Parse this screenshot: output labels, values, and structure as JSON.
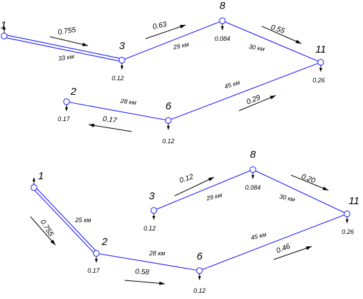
{
  "diagrams": [
    {
      "nodes": [
        {
          "id": "1",
          "load": ""
        },
        {
          "id": "3",
          "load": "0.12"
        },
        {
          "id": "8",
          "load": "0.084"
        },
        {
          "id": "11",
          "load": "0.26"
        },
        {
          "id": "2",
          "load": "0.17"
        },
        {
          "id": "6",
          "load": "0.12"
        }
      ],
      "edges": [
        {
          "from": "1",
          "to": "3",
          "double": true,
          "length": "33 км",
          "flow": "0.755"
        },
        {
          "from": "3",
          "to": "8",
          "double": false,
          "length": "29 км",
          "flow": "0.63"
        },
        {
          "from": "8",
          "to": "11",
          "double": false,
          "length": "30 км",
          "flow": "0.55"
        },
        {
          "from": "2",
          "to": "6",
          "double": false,
          "length": "28 км",
          "flow": "0.17"
        },
        {
          "from": "6",
          "to": "11",
          "double": false,
          "length": "45 км",
          "flow": "0.29"
        }
      ]
    },
    {
      "nodes": [
        {
          "id": "1",
          "load": ""
        },
        {
          "id": "2",
          "load": "0.17"
        },
        {
          "id": "3",
          "load": "0.12"
        },
        {
          "id": "8",
          "load": "0.084"
        },
        {
          "id": "11",
          "load": "0.26"
        },
        {
          "id": "6",
          "load": "0.12"
        }
      ],
      "edges": [
        {
          "from": "1",
          "to": "2",
          "double": true,
          "length": "25 км",
          "flow": "0.755"
        },
        {
          "from": "2",
          "to": "6",
          "double": false,
          "length": "28 км",
          "flow": "0.58"
        },
        {
          "from": "6",
          "to": "11",
          "double": false,
          "length": "45 км",
          "flow": "0.46"
        },
        {
          "from": "3",
          "to": "8",
          "double": false,
          "length": "29 км",
          "flow": "0.12"
        },
        {
          "from": "8",
          "to": "11",
          "double": false,
          "length": "30 км",
          "flow": "0.20"
        }
      ]
    }
  ]
}
